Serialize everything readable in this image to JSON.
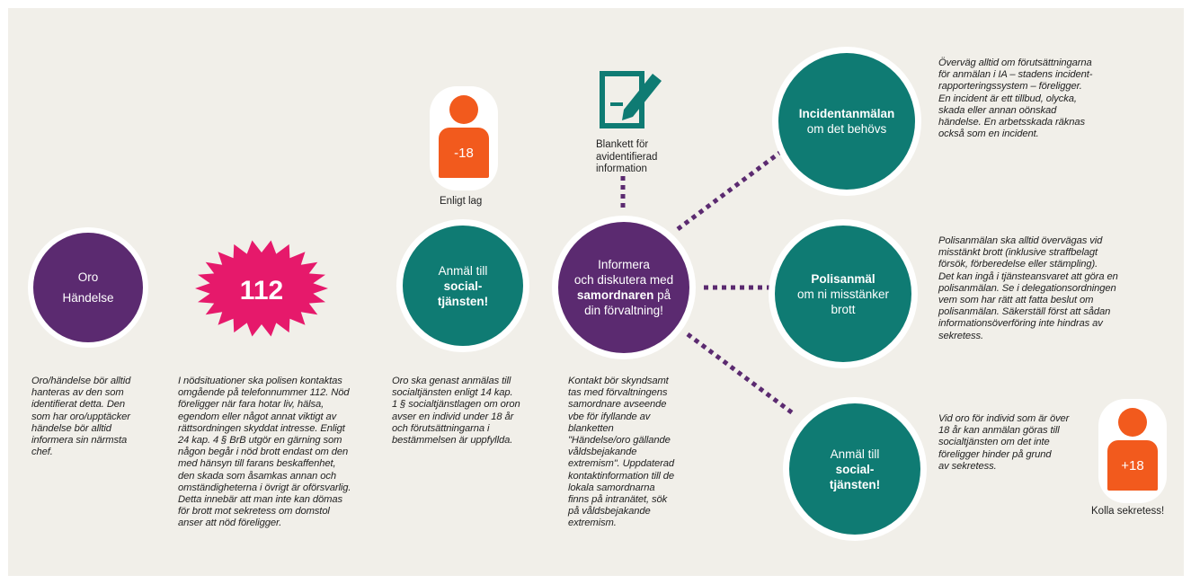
{
  "oro": {
    "line1": "Oro",
    "line2": "Händelse",
    "desc": [
      "Oro/händelse bör alltid",
      "hanteras av den som",
      "identifierat detta. Den",
      "som har oro/upptäcker",
      "händelse bör alltid",
      "informera sin närmsta",
      "chef."
    ]
  },
  "nodsituation": {
    "number": "112",
    "desc": [
      "I nödsituationer ska polisen kontaktas",
      "omgående på telefonnummer 112. Nöd",
      "föreligger när fara hotar liv, hälsa,",
      "egendom eller något annat viktigt av",
      "rättsordningen skyddat intresse. Enligt",
      "24 kap. 4 § BrB utgör en gärning som",
      "någon begår i nöd brott endast om den",
      "med hänsyn till farans beskaffenhet,",
      "den skada som åsamkas annan och",
      "omständigheterna i övrigt är oförsvarlig.",
      "Detta innebär att man inte kan dömas",
      "för brott mot sekretess om domstol",
      "anser att nöd föreligger."
    ]
  },
  "anmal_social_1": {
    "line1": "Anmäl till",
    "line2": "social-",
    "line3": "tjänsten!",
    "person_label": "-18",
    "caption": "Enligt lag",
    "desc": [
      "Oro ska genast anmälas till",
      "socialtjänsten enligt 14 kap.",
      "1 § socialtjänstlagen om oron",
      "avser en individ under 18 år",
      "och förutsättningarna i",
      "bestämmelsen är uppfyllda."
    ]
  },
  "blankett": {
    "caption": [
      "Blankett för",
      "avidentifierad",
      "information"
    ]
  },
  "informera": {
    "line1": "Informera",
    "line2": "och diskutera med",
    "line3_bold": "samordnaren",
    "line3_rest": " på",
    "line4": "din förvaltning!",
    "desc": [
      "Kontakt bör skyndsamt",
      "tas med förvaltningens",
      "samordnare avseende",
      "vbe för ifyllande av",
      "blanketten",
      "\"Händelse/oro gällande",
      "våldsbejakande",
      "extremism\". Uppdaterad",
      "kontaktinformation till de",
      "lokala samordnarna",
      "finns på intranätet, sök",
      "på våldsbejakande",
      "extremism."
    ]
  },
  "incident": {
    "line1": "Incidentanmälan",
    "line2": "om det behövs",
    "desc": [
      "Överväg alltid om förutsättningarna",
      "för anmälan i IA – stadens incident-",
      "rapporteringssystem – föreligger.",
      "En incident är ett tillbud, olycka,",
      "skada eller annan oönskad",
      "händelse. En arbetsskada räknas",
      "också som en incident."
    ]
  },
  "polis": {
    "line1": "Polisanmäl",
    "line2": "om ni misstänker",
    "line3": "brott",
    "desc": [
      "Polisanmälan ska alltid övervägas vid",
      "misstänkt brott (inklusive straffbelagt",
      "försök, förberedelse eller stämpling).",
      "Det kan ingå i tjänsteansvaret att göra en",
      "polisanmälan. Se i delegationsordningen",
      "vem som har rätt att fatta beslut om",
      "polisanmälan. Säkerställ först att sådan",
      "informationsöverföring inte hindras av",
      "sekretess."
    ]
  },
  "anmal_social_2": {
    "line1": "Anmäl till",
    "line2": "social-",
    "line3": "tjänsten!",
    "person_label": "+18",
    "caption": "Kolla sekretess!",
    "desc": [
      "Vid oro för individ som är över",
      "18 år kan anmälan göras till",
      "socialtjänsten om det inte",
      "föreligger hinder på grund",
      "av sekretess."
    ]
  },
  "colors": {
    "teal": "#0f7b73",
    "purple": "#5b2a70",
    "magenta": "#e6196b",
    "orange": "#f25a1d",
    "background": "#f1efe9"
  }
}
